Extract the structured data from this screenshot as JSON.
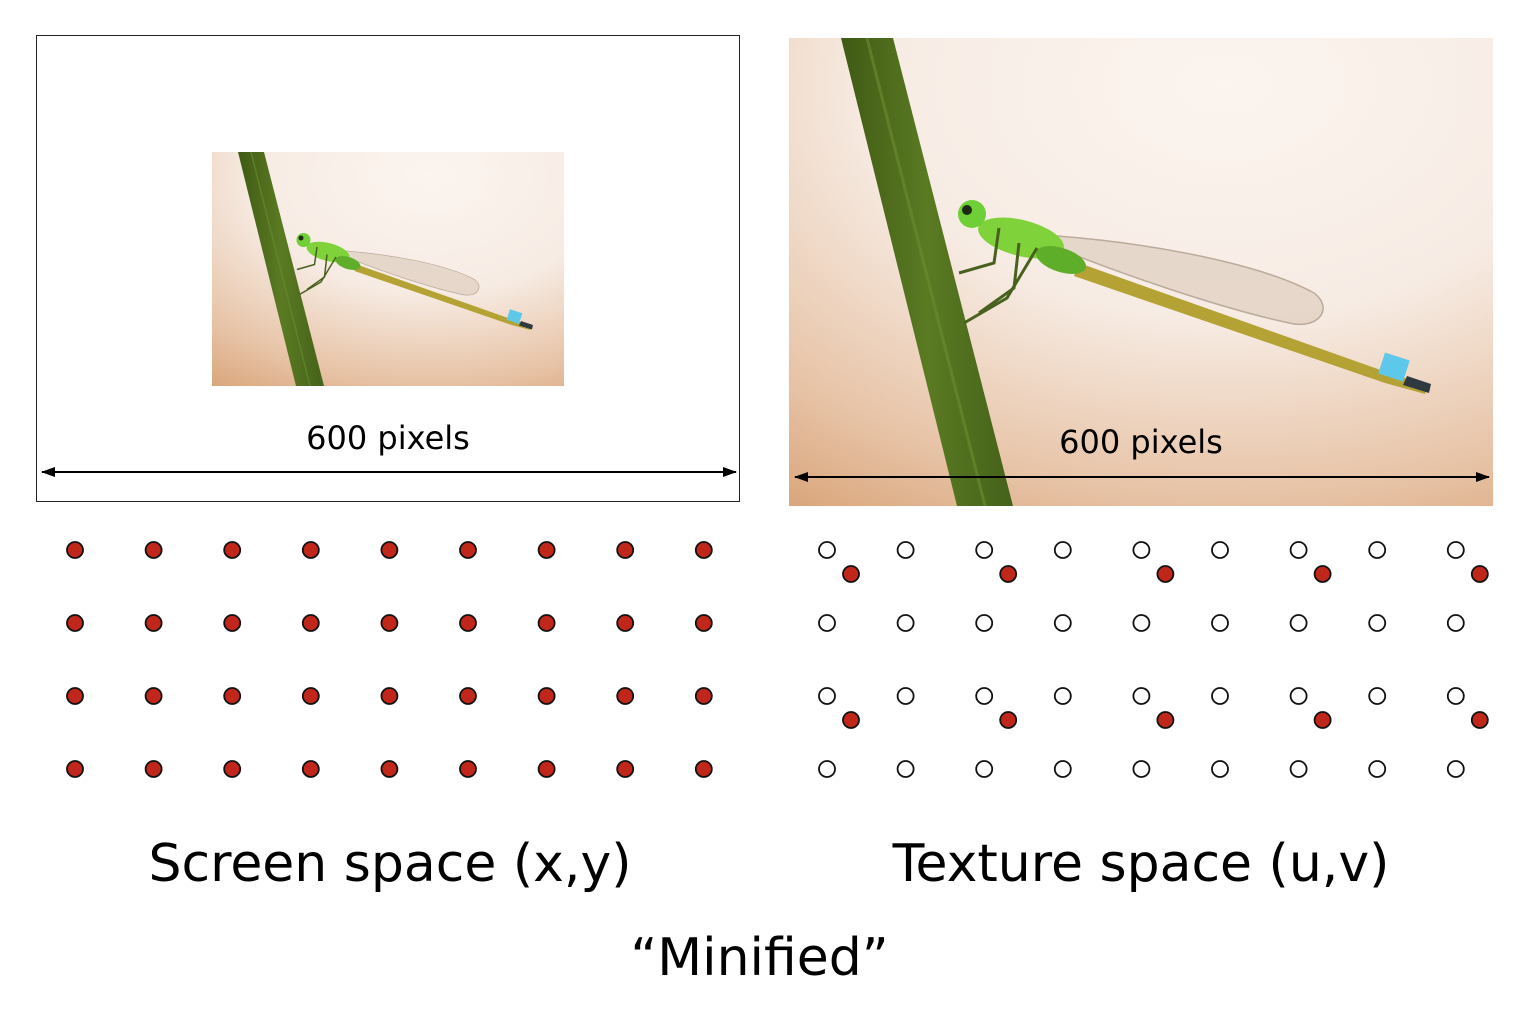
{
  "screen_panel": {
    "dimension_label": "600 pixels",
    "caption": "Screen space (x,y)"
  },
  "texture_panel": {
    "dimension_label": "600 pixels",
    "caption": "Texture space (u,v)"
  },
  "bottom_caption": "“Minified”",
  "sample_grid": {
    "columns": 9,
    "rows": 4,
    "sample_color": "#c0261a",
    "texel_color": "#ffffff",
    "texture_samples_on_rows": [
      0,
      2
    ],
    "texture_samples_every_other_column": true
  },
  "colors": {
    "stem": "#5a7a22",
    "background_light": "#f7ece4",
    "background_warm": "#d9a57a",
    "dragonfly_green": "#7fd23a",
    "tail_blue": "#5ec8ea"
  }
}
